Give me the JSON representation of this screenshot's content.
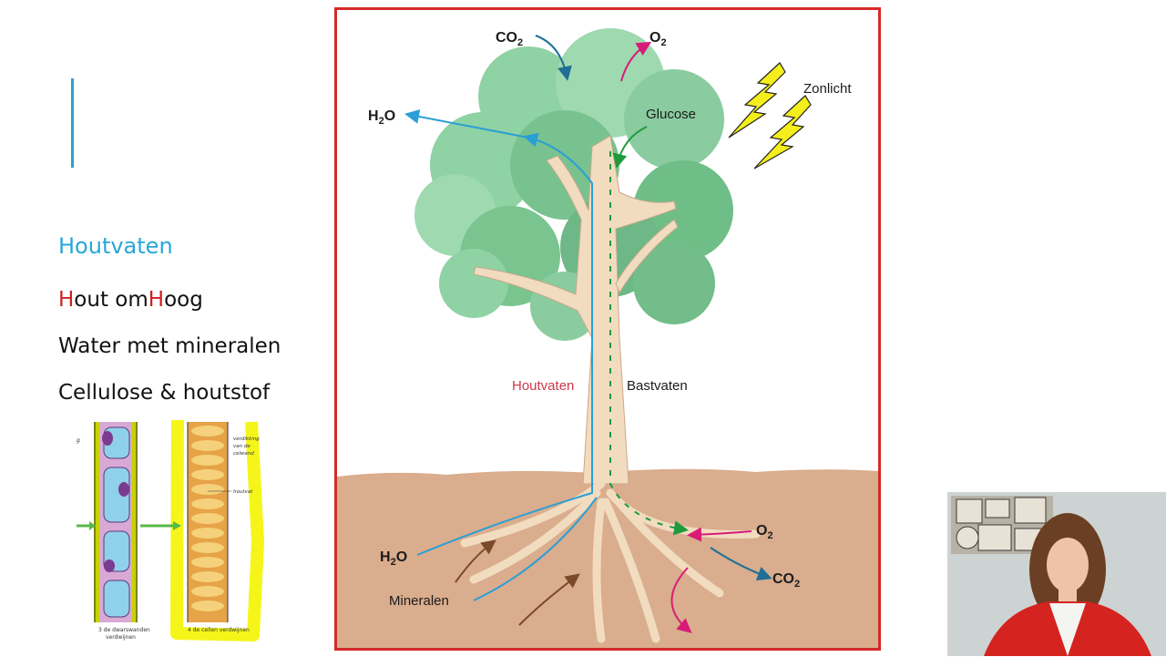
{
  "slide": {
    "heading": "Houtvaten",
    "line1": {
      "p1": "H",
      "p2": "out om",
      "p3": "H",
      "p4": "oog"
    },
    "line2": "Water met mineralen",
    "line3": "Cellulose & houtstof"
  },
  "cell_figure": {
    "letter": "g",
    "caption_left": [
      "3 de dwarswanden",
      "verdwijnen"
    ],
    "caption_right": "4 de cellen verdwijnen",
    "annot1": [
      "verdikking",
      "van de",
      "celwand"
    ],
    "annot2": "houtvat"
  },
  "diagram": {
    "co2_top": {
      "base": "CO",
      "sub": "2"
    },
    "o2_top": {
      "base": "O",
      "sub": "2"
    },
    "zonlicht": "Zonlicht",
    "h2o_top": {
      "base": "H",
      "sub": "2",
      "tail": "O"
    },
    "glucose": "Glucose",
    "houtvaten": "Houtvaten",
    "bastvaten": "Bastvaten",
    "o2_bottom": {
      "base": "O",
      "sub": "2"
    },
    "h2o_bottom": {
      "base": "H",
      "sub": "2",
      "tail": "O"
    },
    "co2_bottom": {
      "base": "CO",
      "sub": "2"
    },
    "mineralen": "Mineralen"
  },
  "colors": {
    "accent": "#2aa3cf",
    "frame": "#d42a2a",
    "water_arrow": "#2a9fd6",
    "glucose_arrow": "#1e9a3c",
    "oxygen_arrow": "#d81b78",
    "co2_arrow": "#1f6f96",
    "mineral_arrow": "#7a4a2a",
    "highlight": "#f4f400"
  },
  "webcam": {
    "icon": "webcam-presenter"
  }
}
